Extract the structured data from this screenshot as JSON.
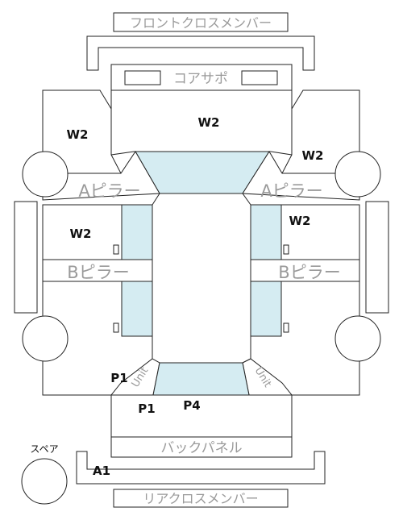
{
  "panels": {
    "front_cross_member": "フロントクロスメンバー",
    "core_support": "コアサポ",
    "a_pillar_left": "Aピラー",
    "a_pillar_right": "Aピラー",
    "b_pillar_left": "Bピラー",
    "b_pillar_right": "Bピラー",
    "unit_left": "Unit",
    "unit_right": "Unit",
    "back_panel": "バックパネル",
    "rear_cross_member": "リアクロスメンバー",
    "spare": "スペア"
  },
  "codes": {
    "hood": "W2",
    "front_left_fender": "W2",
    "front_right_fender": "W2",
    "front_left_door": "W2",
    "front_right_door": "W2",
    "rear_left_quarter": "P1",
    "trunk_left": "P1",
    "trunk_center": "P4",
    "rear_bumper": "A1"
  },
  "colors": {
    "glass": "#d5ecf2",
    "outline": "#222222",
    "label_gray": "#9a9a9a"
  }
}
